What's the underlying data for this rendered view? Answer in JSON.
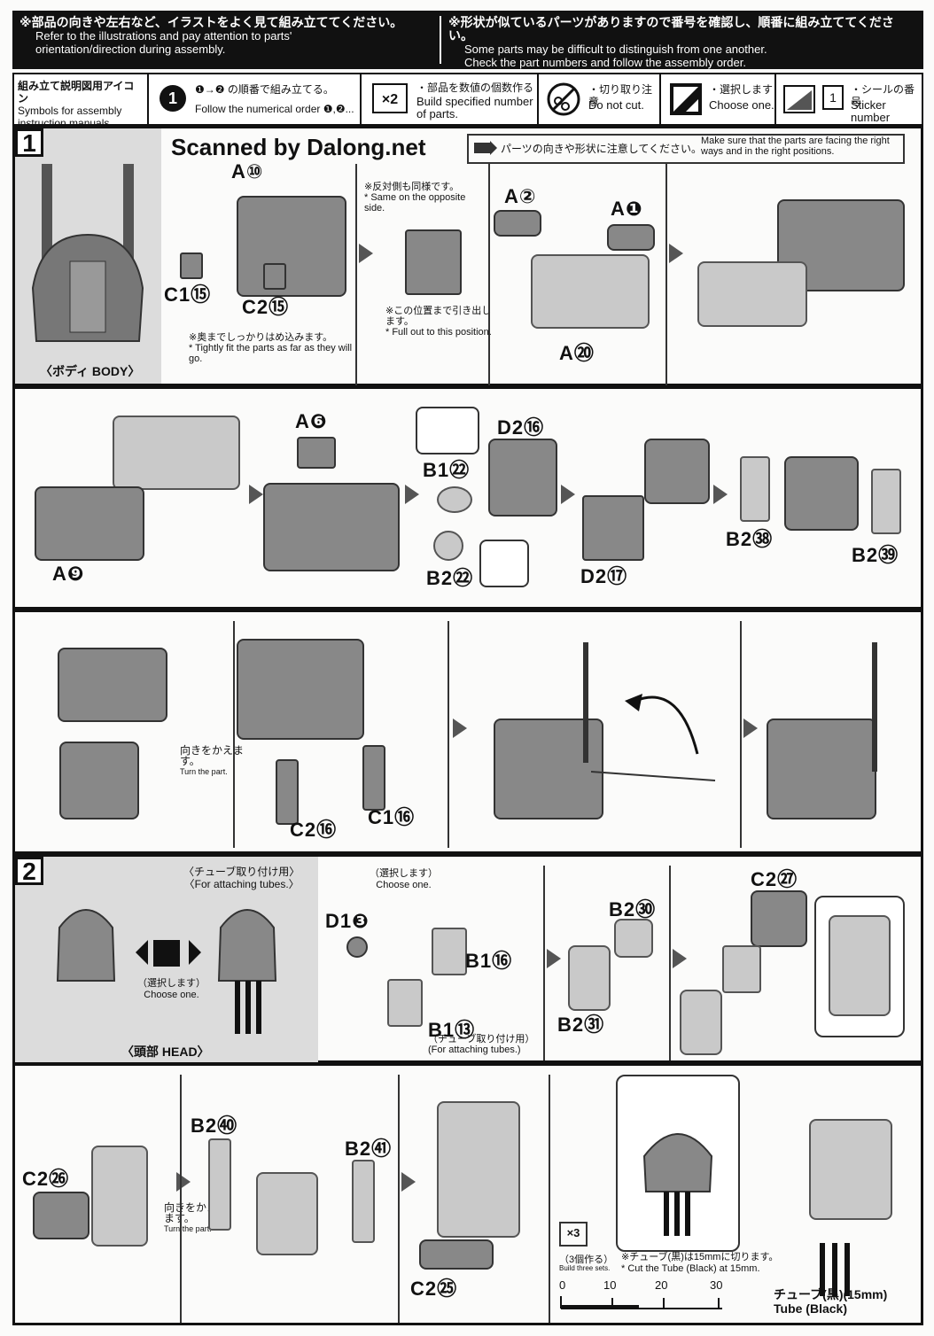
{
  "banner": {
    "left_jp": "※部品の向きや左右など、イラストをよく見て組み立ててください。",
    "left_en1": "Refer to the illustrations and pay attention to parts'",
    "left_en2": "orientation/direction during assembly.",
    "right_jp": "※形状が似ているパーツがありますので番号を確認し、順番に組み立ててください。",
    "right_en1": "Some parts may be difficult to distinguish from one another.",
    "right_en2": "Check the part numbers and follow the assembly order."
  },
  "legend": {
    "title_jp": "組み立て説明図用アイコン",
    "title_en": "Symbols for assembly instruction manuals",
    "order_num": "1",
    "order_jp": "❶→❷ の順番で組み立てる。",
    "order_en": "Follow the numerical order ❶,❷...",
    "build_icon": "×2",
    "build_jp": "・部品を数値の個数作る",
    "build_en": "Build specified number of parts.",
    "cut_jp": "・切り取り注意",
    "cut_en": "Do not cut.",
    "choose_jp": "・選択します",
    "choose_en": "Choose one.",
    "sticker_box": "1",
    "sticker_jp": "・シールの番号",
    "sticker_en": "Sticker number"
  },
  "step1": {
    "num": "1",
    "watermark": "Scanned by Dalong.net",
    "tip_jp": "パーツの向きや形状に注意してください。",
    "tip_en": "Make sure that the parts are facing the right ways and in the right positions.",
    "body_label": "〈ボディ BODY〉",
    "labels": {
      "a10": "A⑩",
      "c15": "C1⑮",
      "c2_15": "C2⑮",
      "a2": "A②",
      "a1": "A❶",
      "a20": "A⑳",
      "a6": "A❻",
      "a9": "A❾",
      "b1_22": "B1㉒",
      "b2_22": "B2㉒",
      "d2_16": "D2⑯",
      "d2_17": "D2⑰",
      "b2_38": "B2㊳",
      "b2_39": "B2㊴",
      "c2_16": "C2⑯",
      "c1_16": "C1⑯"
    },
    "note_tight_jp": "※奥までしっかりはめ込みます。",
    "note_tight_en": "* Tightly fit the parts as far as they will go.",
    "note_opposite_jp": "※反対側も同様です。",
    "note_opposite_en": "* Same on the opposite side.",
    "note_pull_jp": "※この位置まで引き出します。",
    "note_pull_en": "* Full out to this position.",
    "note_turn_jp": "向きをかえます。",
    "note_turn_en": "Turn the part."
  },
  "step2": {
    "num": "2",
    "tube_jp": "〈チューブ取り付け用〉",
    "tube_en": "〈For attaching tubes.〉",
    "choose_jp": "（選択します）",
    "choose_en": "Choose one.",
    "head_label": "〈頭部 HEAD〉",
    "labels": {
      "d13": "D1❸",
      "b1_16": "B1⑯",
      "b1_13": "B1⑬",
      "b2_30": "B2㉚",
      "b2_31": "B2㉛",
      "c2_27": "C2㉗",
      "c2_26": "C2㉖",
      "b2_40": "B2㊵",
      "b2_41": "B2㊶",
      "c2_25": "C2㉕"
    },
    "b1_13_note_jp": "（チューブ取り付け用）",
    "b1_13_note_en": "(For attaching tubes.)",
    "turn_jp": "向きをかえます。",
    "turn_en": "Turn the part.",
    "x3": "×3",
    "x3_jp": "（3個作る）",
    "x3_en": "Build three sets.",
    "tube_cut_jp": "※チューブ(黒)は15mmに切ります。",
    "tube_cut_en": "* Cut the Tube (Black) at 15mm.",
    "ruler": [
      "0",
      "10",
      "20",
      "30"
    ],
    "tube_label_jp": "チューブ(黒)(15mm)",
    "tube_label_en": "Tube (Black)"
  }
}
